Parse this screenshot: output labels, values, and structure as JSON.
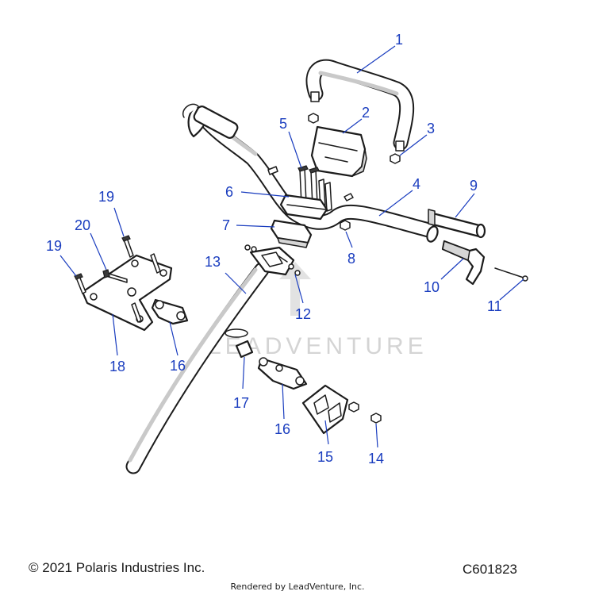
{
  "diagram": {
    "watermark": "LEADVENTURE",
    "callouts": [
      "1",
      "2",
      "3",
      "4",
      "5",
      "6",
      "7",
      "8",
      "9",
      "10",
      "11",
      "12",
      "13",
      "14",
      "15",
      "16",
      "16",
      "17",
      "18",
      "19",
      "19",
      "20"
    ],
    "colors": {
      "callout": "#1a3dbf",
      "line": "#1c1c1c",
      "shade": "#d6d6d6",
      "watermark": "#d4d4d4"
    }
  },
  "footer": {
    "copyright": "© 2021 Polaris Industries Inc.",
    "diagram_code": "C601823",
    "rendered_by": "Rendered by LeadVenture, Inc."
  }
}
